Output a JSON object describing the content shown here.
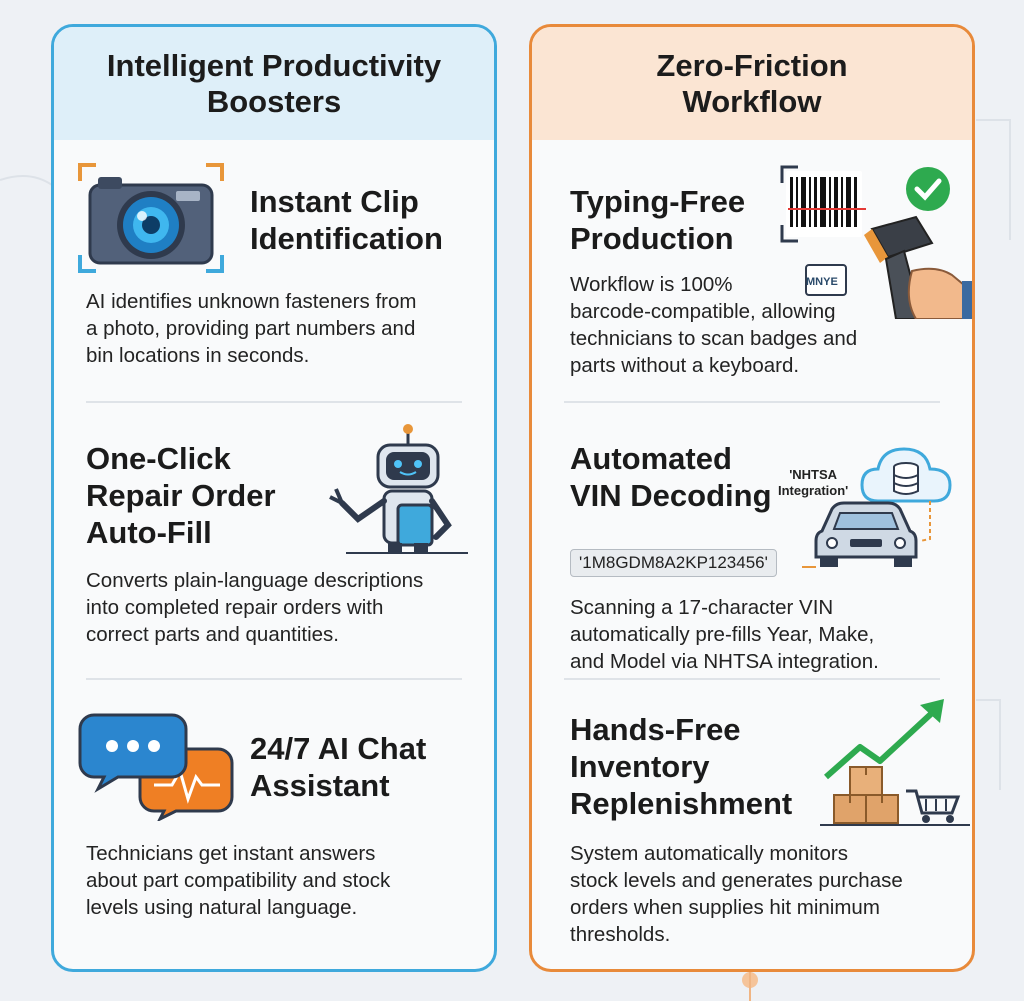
{
  "left_panel": {
    "title_line1": "Intelligent Productivity",
    "title_line2": "Boosters",
    "accent": "#3fa9dc",
    "sections": [
      {
        "icon": "camera-icon",
        "title_lines": [
          "Instant Clip",
          "Identification"
        ],
        "desc_lines": [
          "AI identifies unknown fasteners from",
          "a photo, providing part numbers and",
          "bin locations in seconds."
        ]
      },
      {
        "icon": "robot-icon",
        "title_lines": [
          "One-Click",
          "Repair Order",
          "Auto-Fill"
        ],
        "desc_lines": [
          "Converts plain-language descriptions",
          "into completed repair orders with",
          "correct parts and quantities."
        ]
      },
      {
        "icon": "chat-bubbles-icon",
        "title_lines": [
          "24/7 AI Chat",
          "Assistant"
        ],
        "desc_lines": [
          "Technicians get instant answers",
          "about part compatibility and stock",
          "levels using natural language."
        ]
      }
    ]
  },
  "right_panel": {
    "title_line1": "Zero-Friction",
    "title_line2": "Workflow",
    "accent": "#e88a3a",
    "sections": [
      {
        "icon": "barcode-scanner-icon",
        "badge_text": "MNYE",
        "title_lines": [
          "Typing-Free",
          "Production"
        ],
        "desc_lines": [
          "Workflow is 100%",
          "barcode-compatible, allowing",
          "technicians to scan badges and",
          "parts without a keyboard."
        ]
      },
      {
        "icon": "car-cloud-icon",
        "cloud_label_lines": [
          "'NHTSA",
          "Integration'"
        ],
        "vin": "'1M8GDM8A2KP123456'",
        "title_lines": [
          "Automated",
          "VIN Decoding"
        ],
        "desc_lines": [
          "Scanning a 17-character VIN",
          "automatically pre-fills Year, Make,",
          "and Model via NHTSA integration."
        ]
      },
      {
        "icon": "inventory-chart-icon",
        "title_lines": [
          "Hands-Free",
          "Inventory",
          "Replenishment"
        ],
        "desc_lines": [
          "System automatically monitors",
          "stock levels and generates purchase",
          "orders when supplies hit minimum",
          "thresholds."
        ]
      }
    ]
  }
}
